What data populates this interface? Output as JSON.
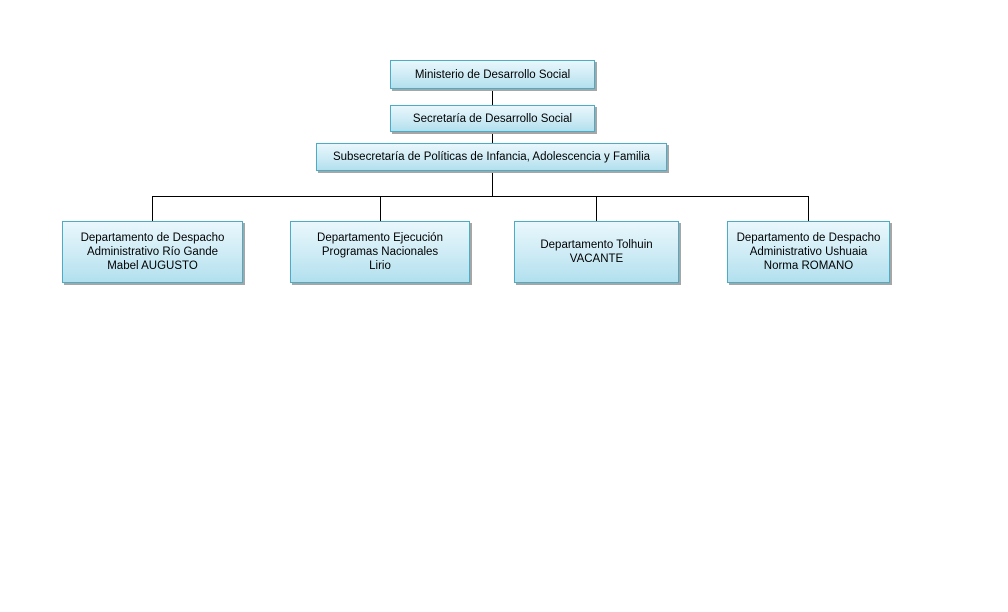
{
  "org_chart": {
    "type": "org-tree",
    "colors": {
      "node_border": "#4BACC6",
      "node_fill_top": "#E9F7FC",
      "node_fill_mid": "#CDEBF5",
      "node_fill_bottom": "#B2E0EE",
      "shadow": "#A6A6A6",
      "connector": "#000000",
      "text": "#000000",
      "canvas_bg": "#FFFFFF"
    },
    "nodes": [
      {
        "id": "ministerio",
        "level": 1,
        "lines": [
          "Ministerio de Desarrollo Social"
        ]
      },
      {
        "id": "secretaria",
        "level": 2,
        "lines": [
          "Secretaría de Desarrollo Social"
        ]
      },
      {
        "id": "subsecretaria",
        "level": 3,
        "lines": [
          "Subsecretaría de Políticas de Infancia, Adolescencia y Familia"
        ]
      },
      {
        "id": "dpto-despacho-rio-gande",
        "level": 4,
        "lines": [
          "Departamento de Despacho",
          "Administrativo Río Gande",
          "Mabel AUGUSTO"
        ]
      },
      {
        "id": "dpto-ejecucion-programas",
        "level": 4,
        "lines": [
          "Departamento Ejecución",
          "Programas Nacionales",
          "Lirio"
        ]
      },
      {
        "id": "dpto-tolhuin",
        "level": 4,
        "lines": [
          "Departamento Tolhuin",
          "VACANTE"
        ]
      },
      {
        "id": "dpto-despacho-ushuaia",
        "level": 4,
        "lines": [
          "Departamento de Despacho",
          "Administrativo Ushuaia",
          "Norma ROMANO"
        ]
      }
    ],
    "edges": [
      {
        "from": "ministerio",
        "to": "secretaria"
      },
      {
        "from": "secretaria",
        "to": "subsecretaria"
      },
      {
        "from": "subsecretaria",
        "to": "dpto-despacho-rio-gande"
      },
      {
        "from": "subsecretaria",
        "to": "dpto-ejecucion-programas"
      },
      {
        "from": "subsecretaria",
        "to": "dpto-tolhuin"
      },
      {
        "from": "subsecretaria",
        "to": "dpto-despacho-ushuaia"
      }
    ]
  }
}
